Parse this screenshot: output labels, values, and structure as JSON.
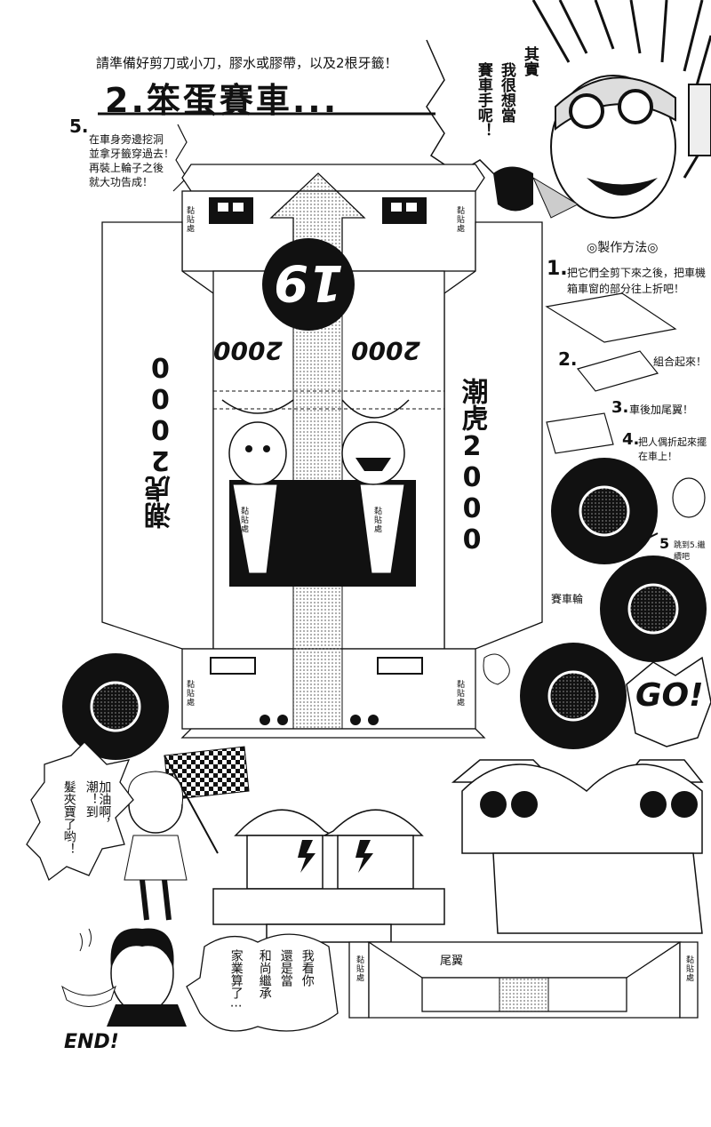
{
  "header": {
    "instruction": "請準備好剪刀或小刀，膠水或膠帶，以及2根牙籤！",
    "title": "2.笨蛋賽車...",
    "speech_left": "其實",
    "speech_mid": "我很想當",
    "speech_right": "賽車手呢！"
  },
  "step5_note": {
    "number": "5.",
    "lines": [
      "在車身旁邊挖洞",
      "並拿牙籤穿過去！",
      "再裝上輪子之後",
      "就大功告成！"
    ]
  },
  "car": {
    "number": "19",
    "brand_year": "2000",
    "brand_vertical": "潮虎2000",
    "glue_label": "黏貼處"
  },
  "method": {
    "heading": "◎製作方法◎",
    "steps": [
      {
        "num": "1.",
        "text": "把它們全剪下來之後，把車機箱車窗的部分往上折吧！"
      },
      {
        "num": "2.",
        "text": "組合起來！"
      },
      {
        "num": "3.",
        "text": "車後加尾翼！"
      },
      {
        "num": "4.",
        "text": "把人偶折起來擺在車上！"
      },
      {
        "num": "5",
        "text": "跳到5.繼續吧"
      }
    ]
  },
  "labels": {
    "wheel": "賽車輪",
    "go": "GO!",
    "spoiler": "尾翼",
    "end": "END!"
  },
  "speech_bubbles": {
    "girl_left": "髮夾寶了哟！",
    "girl_right": "加油啊，潮！到",
    "monk_1": "我看你",
    "monk_2": "還是當",
    "monk_3": "和尚繼承",
    "monk_4": "家業算了⋯"
  }
}
